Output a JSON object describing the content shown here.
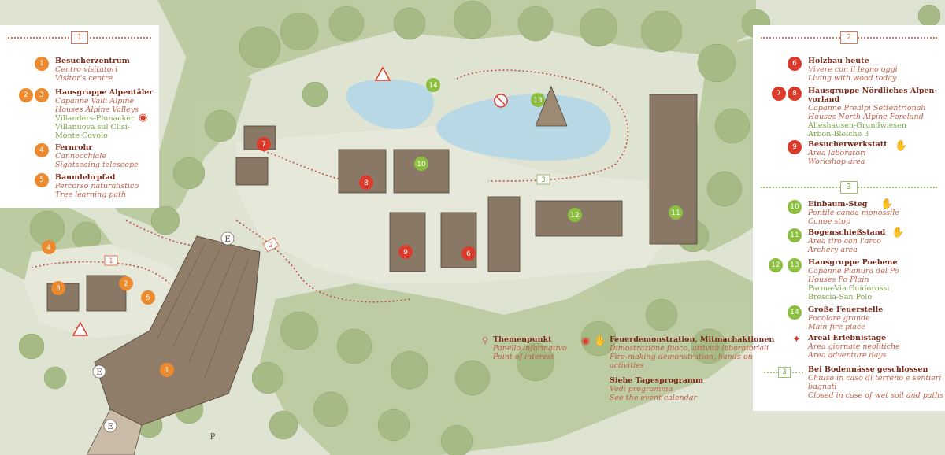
{
  "panel1": {
    "number": "1",
    "items": [
      {
        "badges": [
          "1"
        ],
        "title": "Besucherzentrum",
        "it": "Centro visitatori",
        "en": "Visitor's centre"
      },
      {
        "badges": [
          "2",
          "3"
        ],
        "title": "Hausgruppe Alpentäler",
        "it": "Capanne Valli Alpine",
        "en": "Houses Alpine Valleys",
        "sites": [
          "Villanders-Plunacker",
          "Villanuova sul Clisi-",
          "Monte Covolo"
        ]
      },
      {
        "badges": [
          "4"
        ],
        "title": "Fernrohr",
        "it": "Cannocchiale",
        "en": "Sightseeing telescope"
      },
      {
        "badges": [
          "5"
        ],
        "title": "Baumlehrpfad",
        "it": "Percorso naturalistico",
        "en": "Tree learning path"
      }
    ]
  },
  "panel2": {
    "number": "2",
    "items": [
      {
        "badges": [
          "6"
        ],
        "title": "Holzbau heute",
        "it": "Vivere con il legno oggi",
        "en": "Living with wood today"
      },
      {
        "badges": [
          "7",
          "8"
        ],
        "title": "Hausgruppe Nördliches Alpen-",
        "title2": "vorland",
        "it": "Capanne Prealpi Settentrionali",
        "en": "Houses North Alpine Foreland",
        "sites": [
          "Alleshausen-Grundwiesen",
          "Arbon-Bleiche 3"
        ]
      },
      {
        "badges": [
          "9"
        ],
        "title": "Besucherwerkstatt",
        "it": "Area laboratori",
        "en": "Workshop area"
      }
    ]
  },
  "panel3": {
    "number": "3",
    "items": [
      {
        "badges": [
          "10"
        ],
        "title": "Einbaum-Steg",
        "it": "Pontile canoa monossile",
        "en": "Canoe stop"
      },
      {
        "badges": [
          "11"
        ],
        "title": "Bogenschießstand",
        "it": "Area tiro con l'arco",
        "en": "Archery area"
      },
      {
        "badges": [
          "12",
          "13"
        ],
        "title": "Hausgruppe Poebene",
        "it": "Capanne Pianura del Po",
        "en": "Houses Po Plain",
        "sites": [
          "Parma-Via Guidorossi",
          "Brescia-San Polo"
        ]
      },
      {
        "badges": [
          "14"
        ],
        "title": "Große Feuerstelle",
        "it": "Focolare grande",
        "en": "Main fire place"
      },
      {
        "badges": [],
        "title": "Areal Erlebnistage",
        "it": "Area giornate neolitiche",
        "en": "Area adventure days"
      },
      {
        "badges": [],
        "title": "Bei Bodennässe geschlossen",
        "it": "Chiuso in caso di terreno e sentieri",
        "it2": "bagnati",
        "en": "Closed in case of wet soil and paths",
        "box": "3"
      }
    ]
  },
  "legend": {
    "themenpunkt": {
      "title": "Themenpunkt",
      "it": "Panello informativo",
      "en": "Point of interest"
    },
    "feuer": {
      "title": "Feuerdemonstration, Mitmachaktionen",
      "it": "Dimostrazione fuoco, attività laboratoriali",
      "en": "Fire-making demonstration, hands-on",
      "en2": "activities"
    },
    "tages": {
      "title": "Siehe Tagesprogramm",
      "it": "Vedi programma",
      "en": "See the event calendar"
    }
  },
  "map_labels": {
    "entrance": "E",
    "parking": "P",
    "path1": "1",
    "path2": "2",
    "path3": "3"
  },
  "map_markers": [
    {
      "n": "1",
      "color": "orange"
    },
    {
      "n": "2",
      "color": "orange"
    },
    {
      "n": "3",
      "color": "orange"
    },
    {
      "n": "4",
      "color": "orange"
    },
    {
      "n": "5",
      "color": "orange"
    },
    {
      "n": "6",
      "color": "red"
    },
    {
      "n": "7",
      "color": "red"
    },
    {
      "n": "8",
      "color": "red"
    },
    {
      "n": "9",
      "color": "red"
    },
    {
      "n": "10",
      "color": "green"
    },
    {
      "n": "11",
      "color": "green"
    },
    {
      "n": "12",
      "color": "green"
    },
    {
      "n": "13",
      "color": "green"
    },
    {
      "n": "14",
      "color": "green"
    }
  ],
  "colors": {
    "orange": "#ec8a2f",
    "red": "#dc3b2c",
    "green": "#8cbf3f",
    "path": "#c0504a",
    "tree": "#9bb07a",
    "ground": "#e3e6d6"
  }
}
